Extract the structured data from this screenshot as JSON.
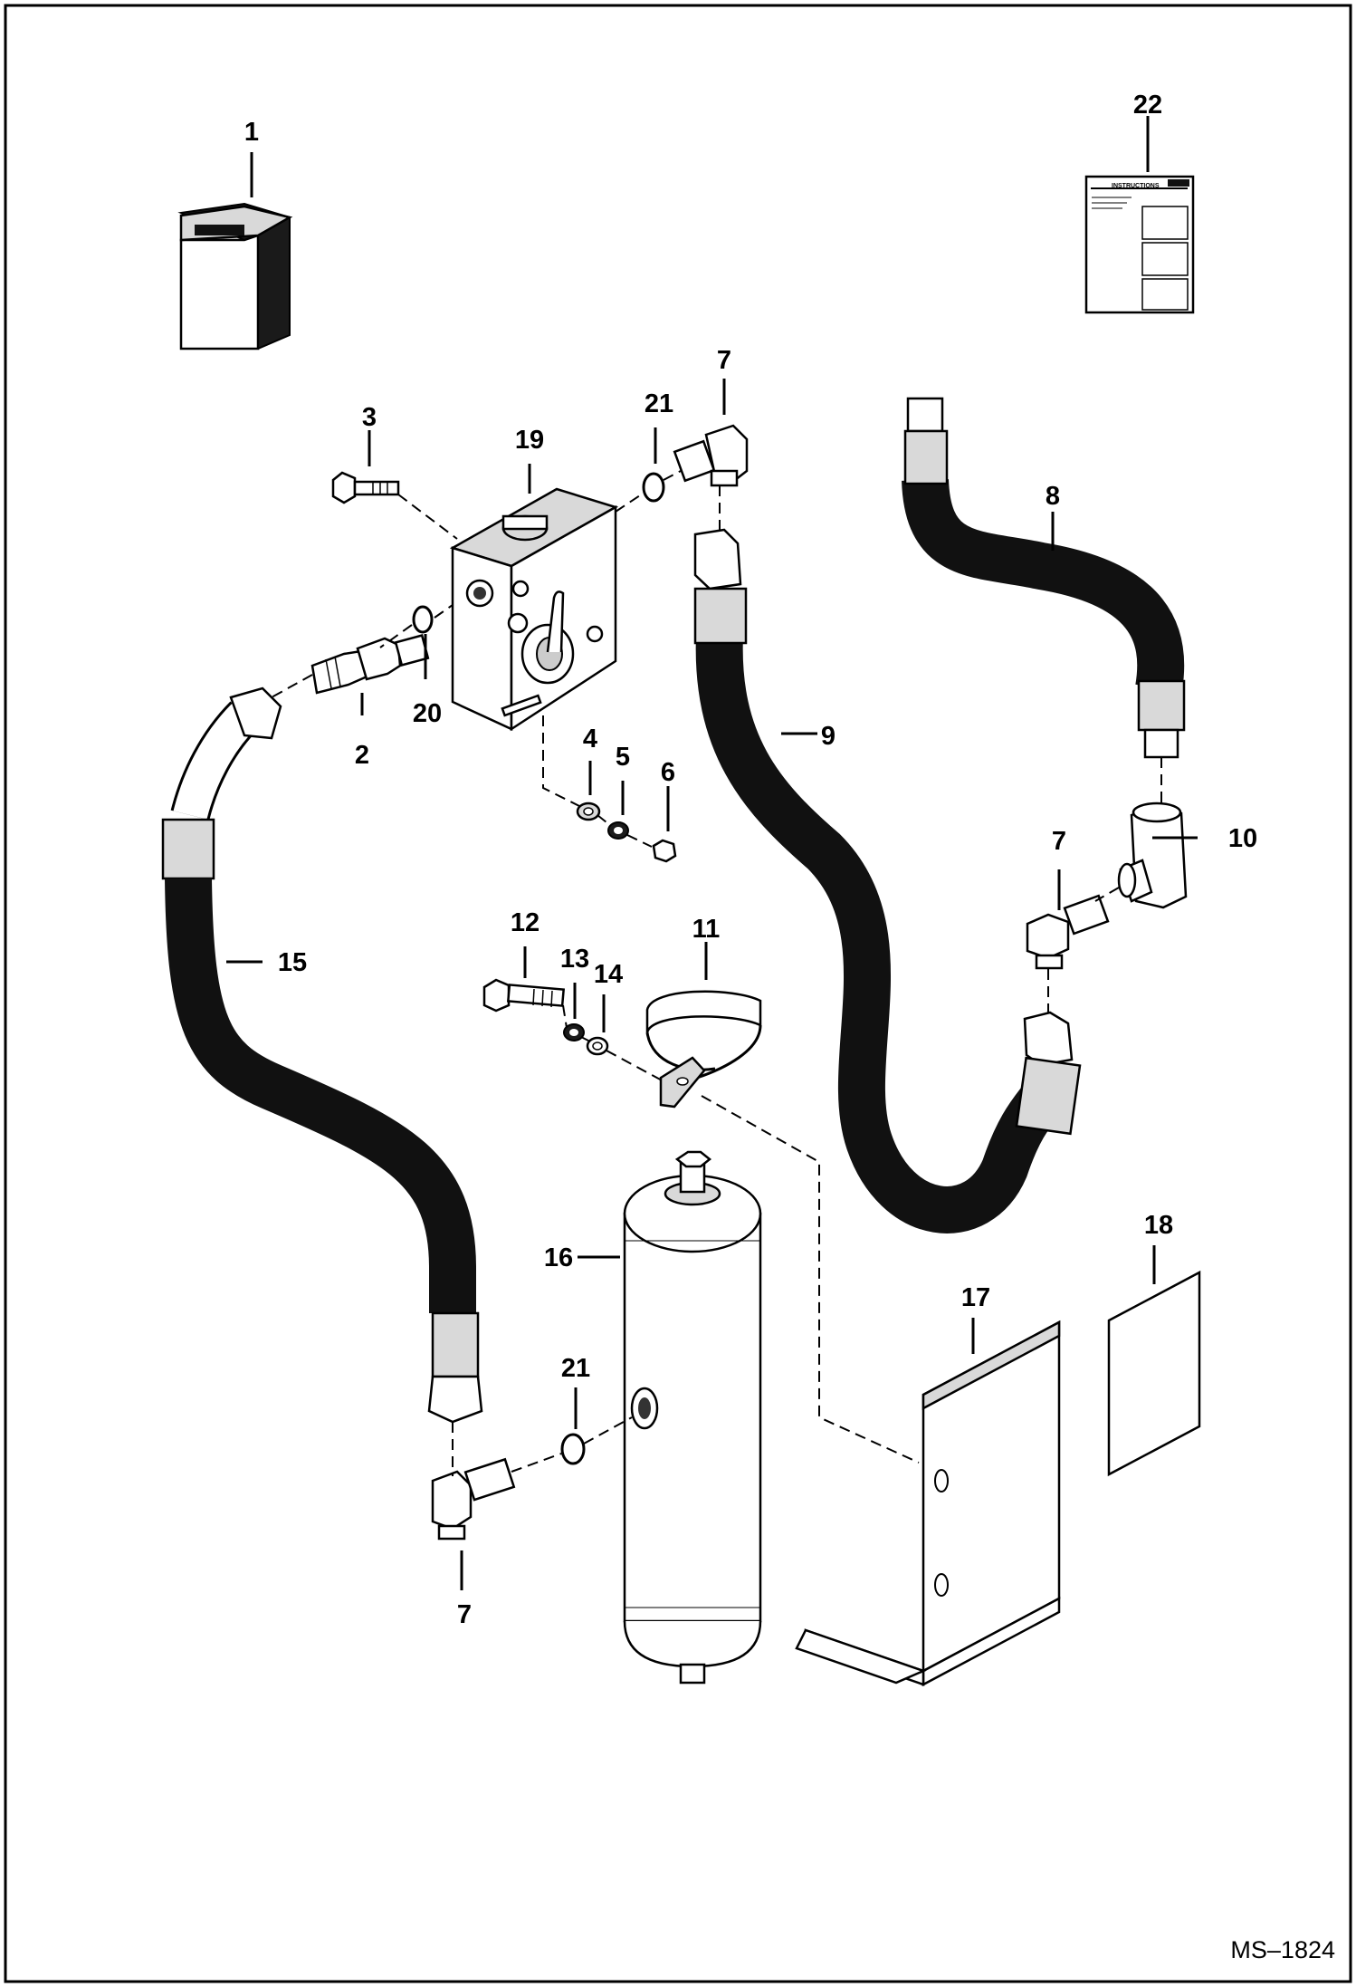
{
  "diagram": {
    "document_id": "MS–1824",
    "callouts": {
      "p1": "1",
      "p2": "2",
      "p3": "3",
      "p4": "4",
      "p5": "5",
      "p6": "6",
      "p7a": "7",
      "p7b": "7",
      "p7c": "7",
      "p8": "8",
      "p9": "9",
      "p10": "10",
      "p11": "11",
      "p12": "12",
      "p13": "13",
      "p14": "14",
      "p15": "15",
      "p16": "16",
      "p17": "17",
      "p18": "18",
      "p19": "19",
      "p20": "20",
      "p21a": "21",
      "p21b": "21",
      "p22": "22"
    },
    "instruction_sheet_title": "INSTRUCTIONS"
  }
}
